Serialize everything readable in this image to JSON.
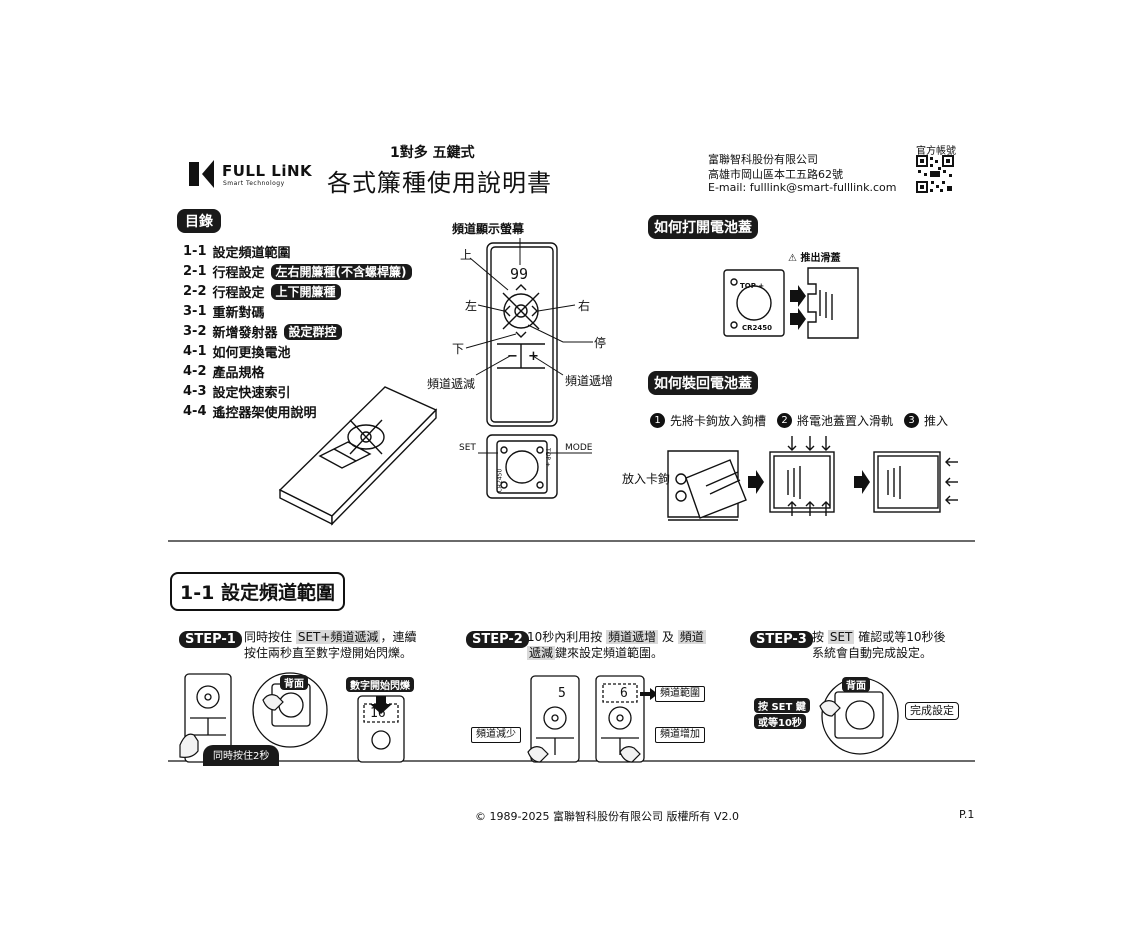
{
  "header": {
    "brand": "FULL LiNK",
    "brand_sub": "Smart Technology",
    "subtitle": "1對多 五鍵式",
    "title": "各式簾種使用說明書",
    "company": "富聯智科股份有限公司",
    "address": "高雄市岡山區本工五路62號",
    "email": "E-mail: fulllink@smart-fulllink.com",
    "official_label": "官方帳號"
  },
  "toc": {
    "title": "目錄",
    "items": [
      {
        "num": "1-1",
        "text": "設定頻道範圍",
        "tag": ""
      },
      {
        "num": "2-1",
        "text": "行程設定",
        "tag": "左右開簾種(不含螺桿簾)"
      },
      {
        "num": "2-2",
        "text": "行程設定",
        "tag": "上下開簾種"
      },
      {
        "num": "3-1",
        "text": "重新對碼",
        "tag": ""
      },
      {
        "num": "3-2",
        "text": "新增發射器",
        "tag": "設定群控"
      },
      {
        "num": "4-1",
        "text": "如何更換電池",
        "tag": ""
      },
      {
        "num": "4-2",
        "text": "產品規格",
        "tag": ""
      },
      {
        "num": "4-3",
        "text": "設定快速索引",
        "tag": ""
      },
      {
        "num": "4-4",
        "text": "遙控器架使用說明",
        "tag": ""
      }
    ]
  },
  "remote_diagram": {
    "display_label": "頻道顯示螢幕",
    "display_value": "99",
    "up": "上",
    "left": "左",
    "right": "右",
    "down": "下",
    "stop": "停",
    "channel_down": "頻道遞減",
    "channel_up": "頻道遞增",
    "set": "SET",
    "mode": "MODE",
    "minus": "−",
    "plus": "+",
    "battery": "CR2450",
    "top": "TOP +"
  },
  "battery_open": {
    "title": "如何打開電池蓋",
    "warning": "⚠ 推出滑蓋",
    "top": "TOP +",
    "battery": "CR2450"
  },
  "battery_close": {
    "title": "如何裝回電池蓋",
    "step1": "先將卡鉤放入鉤槽",
    "step2": "將電池蓋置入滑軌",
    "step3": "推入",
    "hook_label": "放入卡鉤",
    "n1": "1",
    "n2": "2",
    "n3": "3"
  },
  "section": {
    "title": "1-1 設定頻道範圍"
  },
  "steps": [
    {
      "label": "STEP-1",
      "line1_a": "同時按住",
      "line1_hl": "SET+頻道遞減",
      "line1_b": "，連續",
      "line2": "按住兩秒直至數字燈開始閃爍。",
      "back": "背面",
      "flash": "數字開始閃爍",
      "flash_value": "16",
      "hold": "同時按住2秒"
    },
    {
      "label": "STEP-2",
      "line1_a": "10秒內利用按",
      "line1_hl": "頻道遞增",
      "line1_b": "及",
      "line1_hl2": "頻道",
      "line2_hl": "遞減",
      "line2": "鍵來設定頻道範圍。",
      "value_a": "5",
      "value_b": "6",
      "range_label": "頻道範圍",
      "down_label": "頻道減少",
      "up_label": "頻道增加"
    },
    {
      "label": "STEP-3",
      "line1_a": "按",
      "line1_hl": "SET",
      "line1_b": "確認或等10秒後",
      "line2": "系統會自動完成設定。",
      "back": "背面",
      "press_set": "按 SET 鍵",
      "or_wait": "或等10秒",
      "done": "完成設定"
    }
  ],
  "footer": {
    "copyright": "© 1989-2025 富聯智科股份有限公司 版權所有 V2.0",
    "page": "P.1"
  }
}
